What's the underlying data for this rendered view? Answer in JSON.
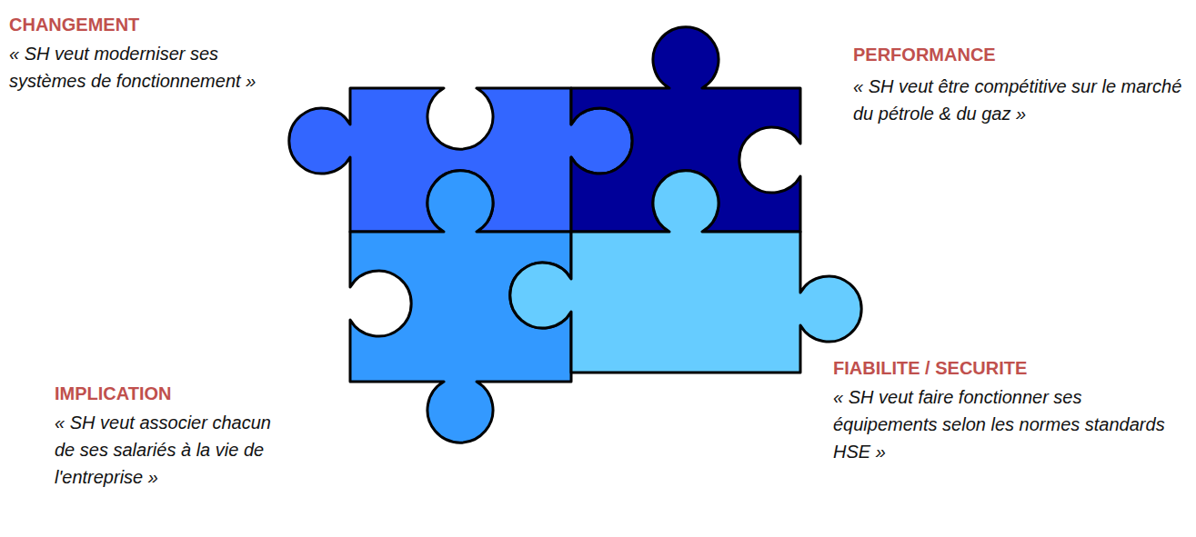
{
  "diagram": {
    "labels": [
      "CHANGEMENT",
      "« SH veut moderniser ses systèmes de fonctionnement »",
      "PERFORMANCE",
      "« SH veut être compétitive sur le marché du pétrole & du gaz »",
      "IMPLICATION",
      "« SH veut associer chacun de ses salariés à la vie de l'entreprise »",
      "FIABILITE / SECURITE",
      "« SH veut faire fonctionner ses équipements selon les normes standards HSE »"
    ]
  }
}
